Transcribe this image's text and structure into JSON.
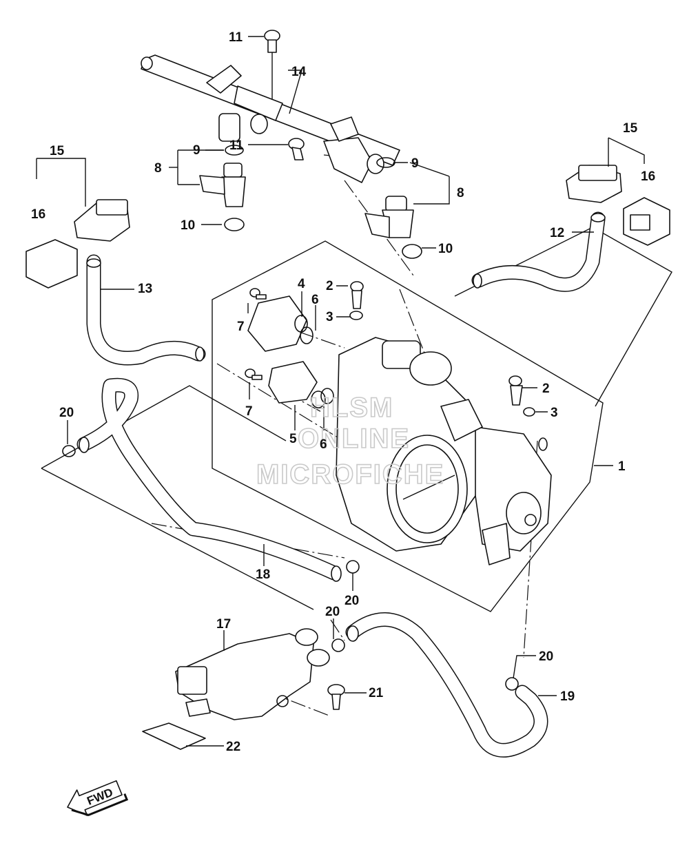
{
  "diagram": {
    "callouts": {
      "p1": "1",
      "p2a": "2",
      "p2b": "2",
      "p3a": "3",
      "p3b": "3",
      "p4": "4",
      "p5": "5",
      "p6a": "6",
      "p6b": "6",
      "p7a": "7",
      "p7b": "7",
      "p8a": "8",
      "p8b": "8",
      "p9a": "9",
      "p9b": "9",
      "p10a": "10",
      "p10b": "10",
      "p11a": "11",
      "p11b": "11",
      "p12": "12",
      "p13": "13",
      "p14": "14",
      "p15a": "15",
      "p15b": "15",
      "p16a": "16",
      "p16b": "16",
      "p17": "17",
      "p18": "18",
      "p19": "19",
      "p20a": "20",
      "p20b": "20",
      "p20c": "20",
      "p20d": "20",
      "p21": "21",
      "p22": "22"
    },
    "fwd_label": "FWD",
    "watermark": {
      "line1": "HLSM",
      "line2": "ONLINE",
      "line3": "MICROFICHE"
    }
  }
}
